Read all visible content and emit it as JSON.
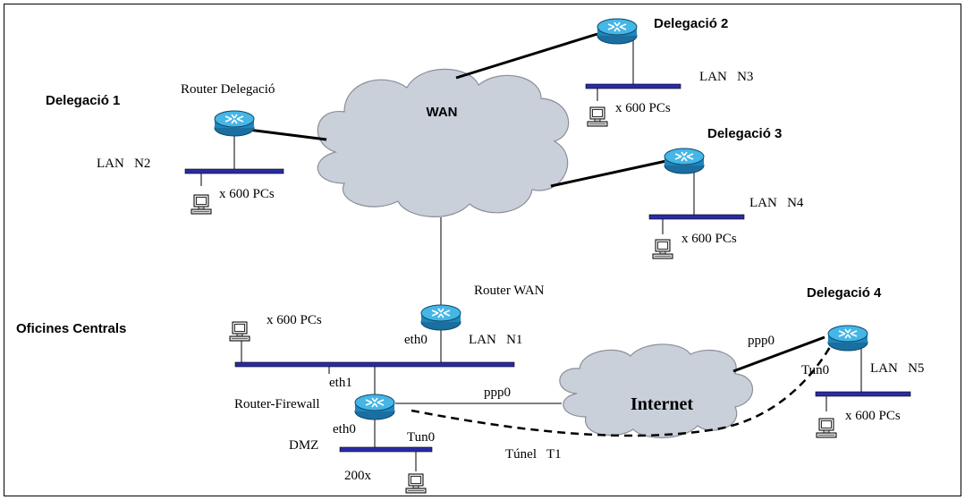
{
  "sites": {
    "delegacio1": "Delegació 1",
    "delegacio2": "Delegació 2",
    "delegacio3": "Delegació 3",
    "delegacio4": "Delegació 4",
    "oficines": "Oficines Centrals"
  },
  "clouds": {
    "wan": "WAN",
    "internet": "Internet"
  },
  "routers": {
    "delegacio": "Router Delegació",
    "wan": "Router WAN",
    "firewall": "Router-Firewall"
  },
  "lans": {
    "n1": "LAN   N1",
    "n2": "LAN   N2",
    "n3": "LAN   N3",
    "n4": "LAN   N4",
    "n5": "LAN   N5",
    "dmz": "DMZ"
  },
  "hosts": {
    "pcs": "x 600 PCs",
    "dmz_count": "200x"
  },
  "interfaces": {
    "eth0": "eth0",
    "eth1": "eth1",
    "ppp0": "ppp0",
    "tun0": "Tun0"
  },
  "tunnel": "Túnel   T1"
}
